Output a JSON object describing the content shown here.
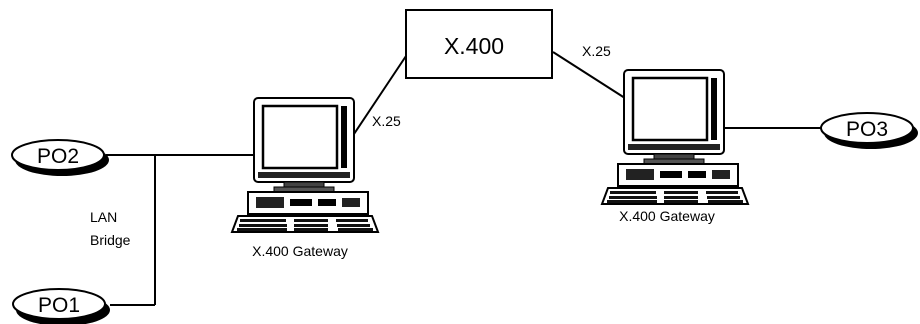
{
  "nodes": {
    "po2": "PO2",
    "po1": "PO1",
    "po3": "PO3",
    "x400_hub": "X.400"
  },
  "links": {
    "left_x25": "X.25",
    "right_x25": "X.25",
    "lan_bridge_line1": "LAN",
    "lan_bridge_line2": "Bridge"
  },
  "gateways": {
    "left_label": "X.400 Gateway",
    "right_label": "X.400 Gateway"
  },
  "colors": {
    "stroke": "#000000",
    "background": "#ffffff"
  }
}
